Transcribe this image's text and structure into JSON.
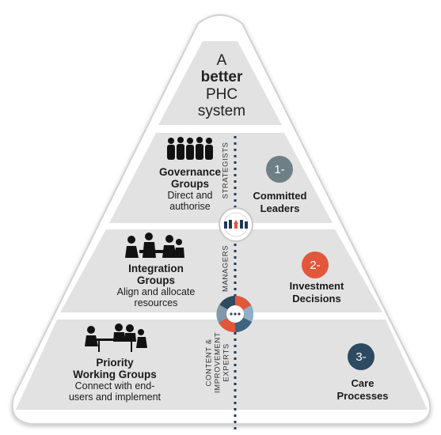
{
  "apex": {
    "line1": "A",
    "line2": "better",
    "line3": "PHC",
    "line4": "system"
  },
  "tiers": [
    {
      "group_title_1": "Governance",
      "group_title_2": "Groups",
      "desc_1": "Direct and",
      "desc_2": "authorise",
      "role": "STRATEGISTS",
      "number": "1-",
      "outcome_1": "Committed",
      "outcome_2": "Leaders",
      "badge_color": "#6f7f86"
    },
    {
      "group_title_1": "Integration",
      "group_title_2": "Groups",
      "desc_1": "Align and allocate",
      "desc_2": "resources",
      "role": "MANAGERS",
      "number": "2-",
      "outcome_1": "Investment",
      "outcome_2": "Decisions",
      "badge_color": "#e2563b"
    },
    {
      "group_title_1": "Priority",
      "group_title_2": "Working Groups",
      "desc_1": "Connect with end-",
      "desc_2": "users and implement",
      "role_1": "CONTENT &",
      "role_2": "IMPROVEMENT",
      "role_3": "EXPERTS",
      "number": "3-",
      "outcome_1": "Care",
      "outcome_2": "Processes",
      "badge_color": "#2d4a60"
    }
  ],
  "icons": [
    "people-silhouettes-icon",
    "meeting-silhouettes-icon",
    "desk-meeting-silhouettes-icon",
    "integration-hub-icon",
    "data-wheel-icon"
  ]
}
